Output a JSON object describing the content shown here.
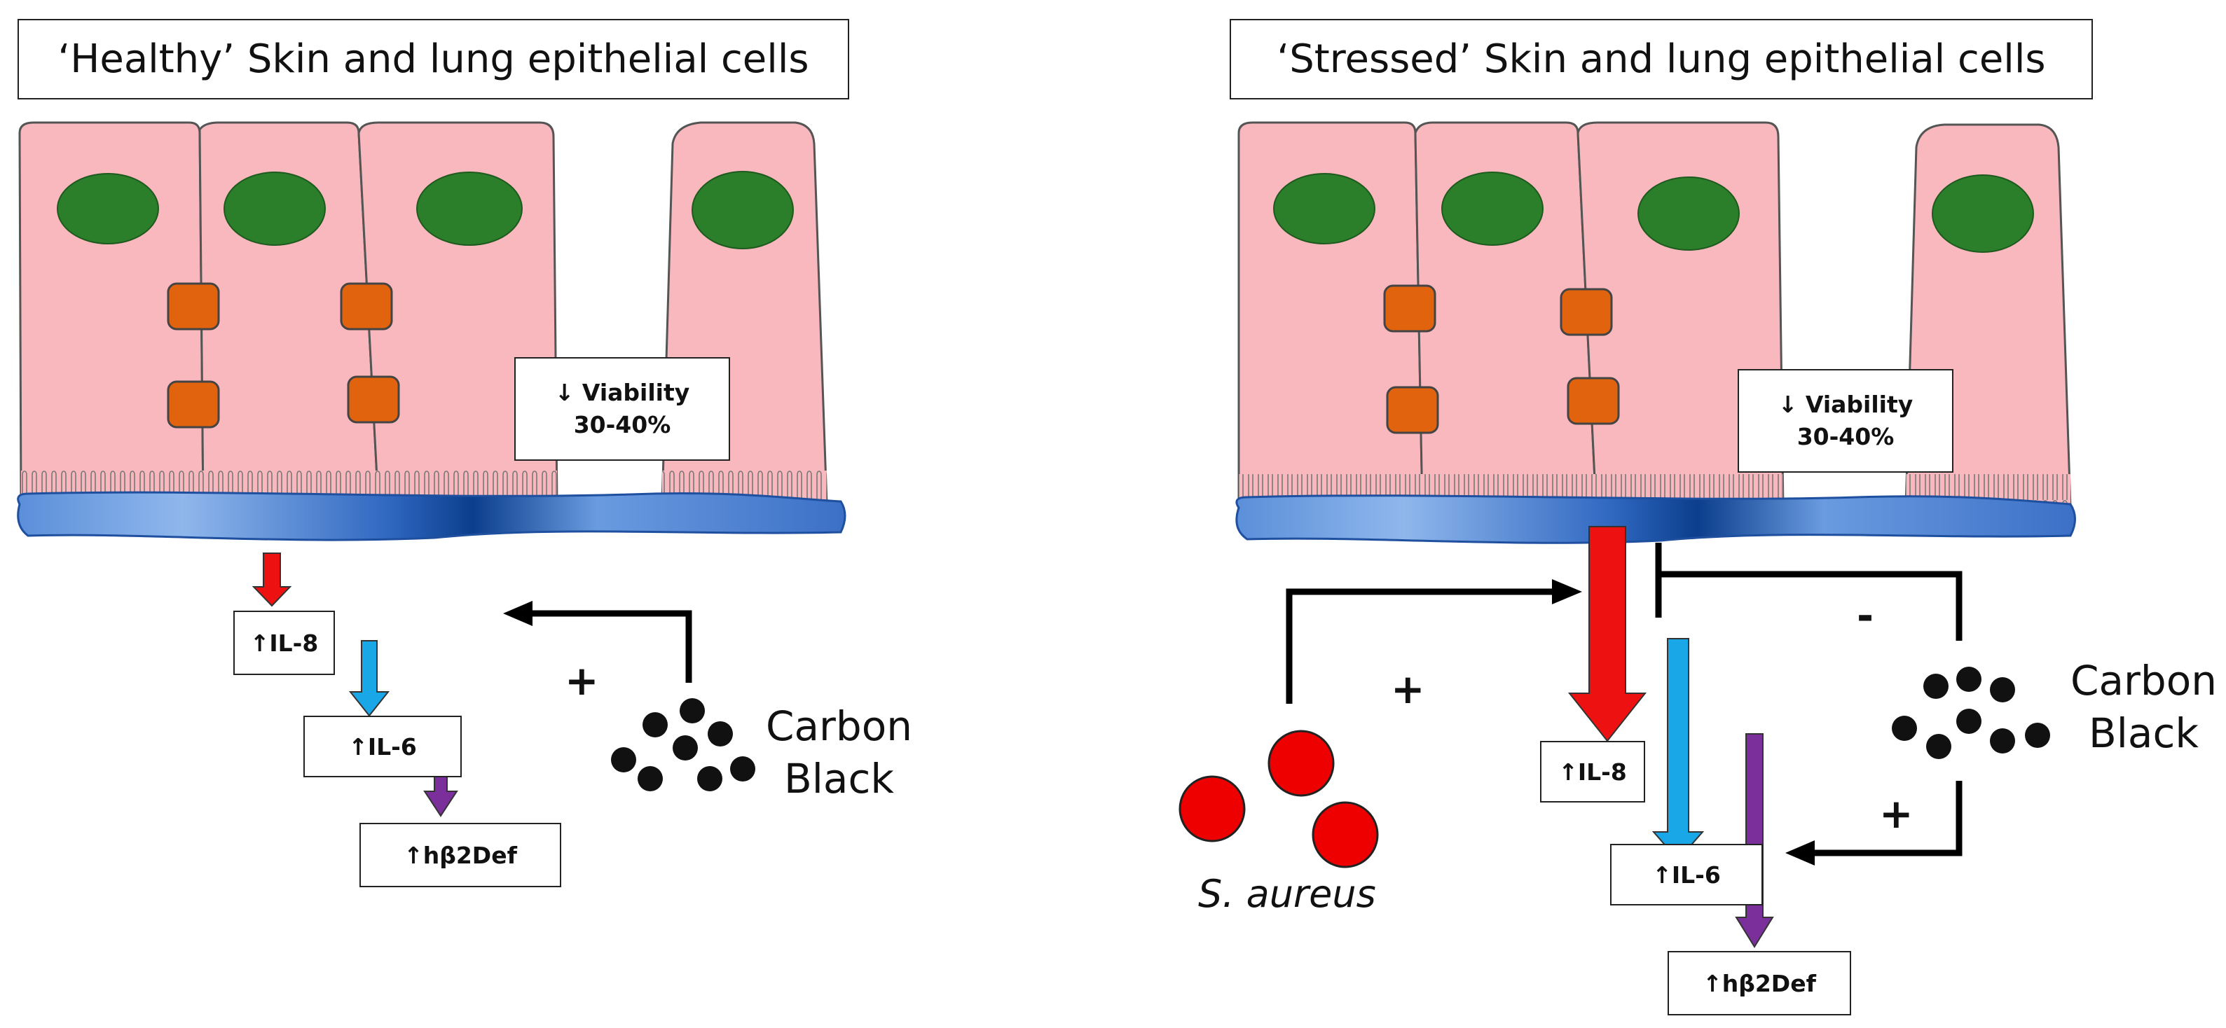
{
  "left_panel": {
    "title": "‘Healthy’ Skin and lung epithelial cells",
    "viability_line1": "Viability",
    "viability_line2": "30-40%",
    "il8": "IL-8",
    "il6": "IL-6",
    "hb2def": "hβ2Def",
    "carbon_black_line1": "Carbon",
    "carbon_black_line2": "Black",
    "plus_sign": "+"
  },
  "right_panel": {
    "title": "‘Stressed’ Skin and lung epithelial cells",
    "viability_line1": "Viability",
    "viability_line2": "30-40%",
    "il8": "IL-8",
    "il6": "IL-6",
    "hb2def": "hβ2Def",
    "carbon_black_line1": "Carbon",
    "carbon_black_line2": "Black",
    "bacteria_label": "S. aureus",
    "plus_bacteria": "+",
    "minus_carbon": "-",
    "plus_carbon": "+"
  },
  "symbols": {
    "up_arrow": "↑",
    "down_arrow": "↓"
  },
  "colors": {
    "cell_fill": "#f8b8bd",
    "nucleus": "#2b7f2b",
    "junction": "#e2630e",
    "membrane": "#2a63b8",
    "il8_arrow": "#ee1111",
    "il6_arrow": "#19a7e8",
    "hb2def_arrow": "#7a2f9a",
    "bacteria": "#ee0000"
  }
}
